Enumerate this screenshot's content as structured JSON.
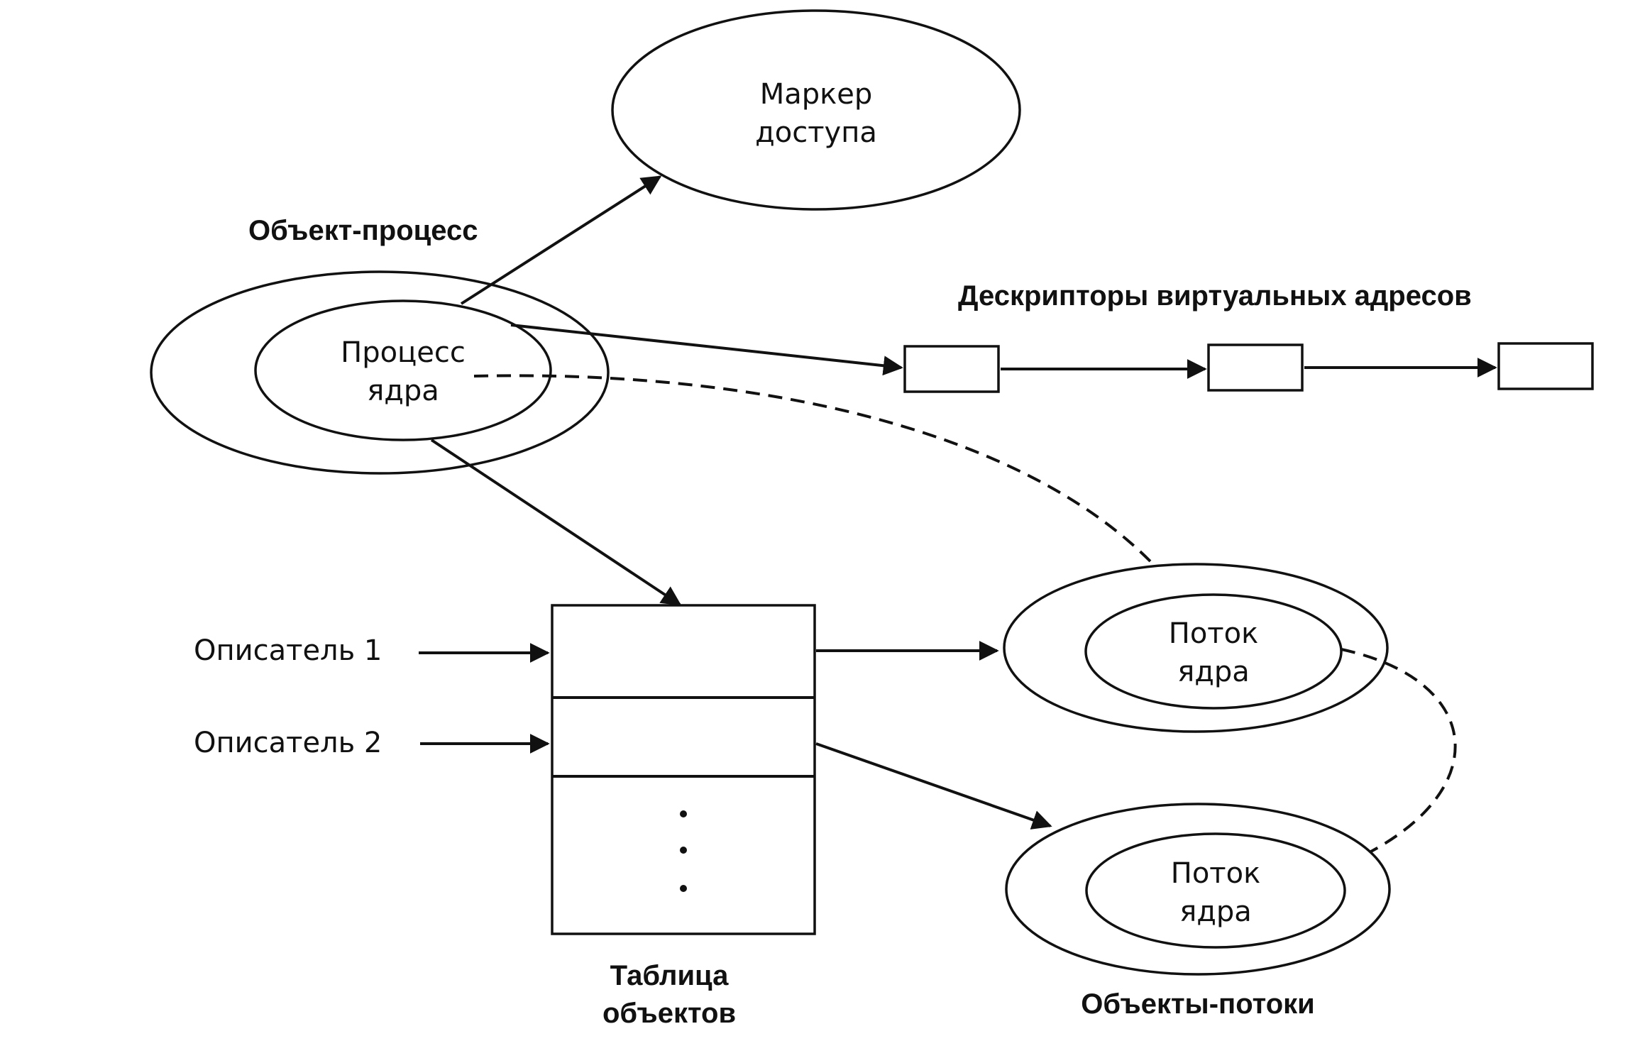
{
  "title": "Объект-процесс",
  "kernel_process": {
    "line1": "Процесс",
    "line2": "ядра"
  },
  "access_token": {
    "line1": "Маркер",
    "line2": "доступа"
  },
  "vad_title": "Дескрипторы виртуальных адресов",
  "handles": [
    "Описатель 1",
    "Описатель 2"
  ],
  "object_table": {
    "line1": "Таблица",
    "line2": "объектов",
    "ellipsis": "⋮"
  },
  "threads": [
    {
      "line1": "Поток",
      "line2": "ядра"
    },
    {
      "line1": "Поток",
      "line2": "ядра"
    }
  ],
  "threads_caption": "Объекты-потоки"
}
